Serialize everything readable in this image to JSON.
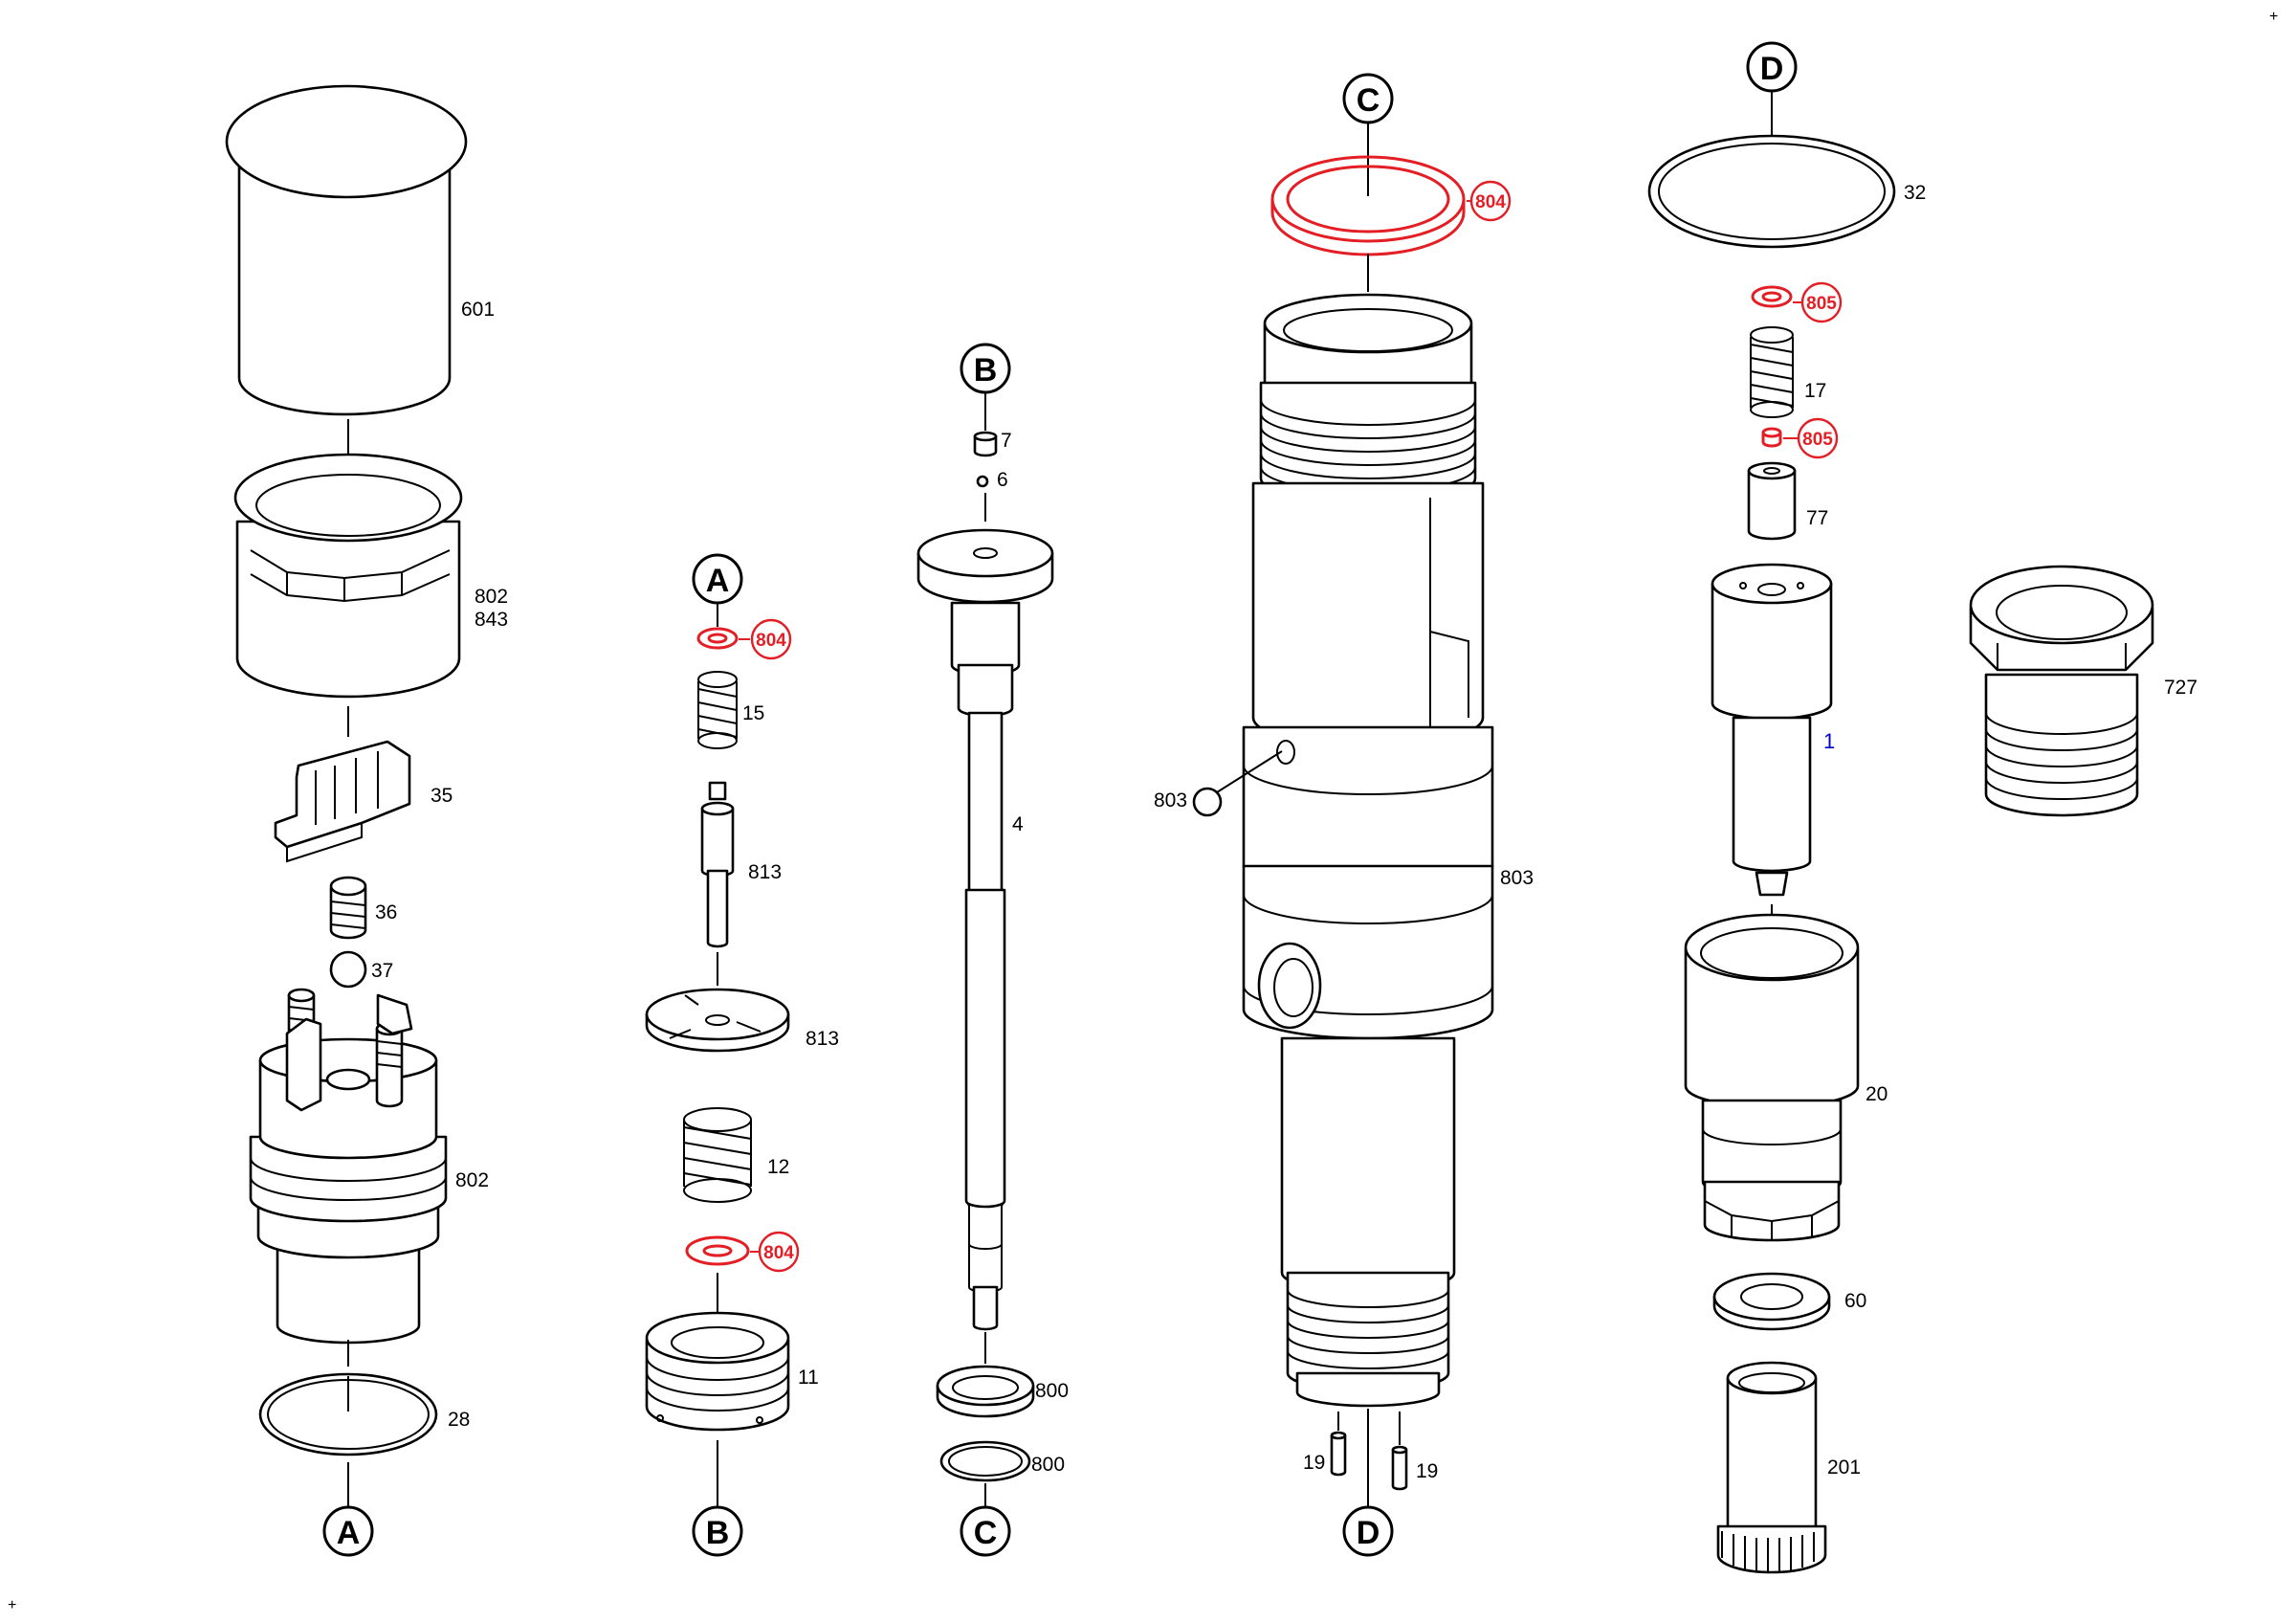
{
  "labels": {
    "p601": "601",
    "p802a": "802",
    "p843": "843",
    "p35": "35",
    "p36": "36",
    "p37": "37",
    "p802b": "802",
    "p28": "28",
    "p15": "15",
    "p813a": "813",
    "p813b": "813",
    "p12": "12",
    "p11": "11",
    "p7": "7",
    "p6": "6",
    "p4": "4",
    "p800a": "800",
    "p800b": "800",
    "p803a": "803",
    "p803b": "803",
    "p19a": "19",
    "p19b": "19",
    "p32": "32",
    "p17": "17",
    "p77": "77",
    "p1": "1",
    "p20": "20",
    "p60": "60",
    "p201": "201",
    "p727": "727"
  },
  "red_labels": {
    "r804a": "804",
    "r804b": "804",
    "r804c": "804",
    "r805a": "805",
    "r805b": "805"
  },
  "connectors": {
    "a_top": "A",
    "a_bottom": "A",
    "b_top": "B",
    "b_bottom": "B",
    "c_top": "C",
    "c_bottom": "C",
    "d_top": "D",
    "d_bottom": "D"
  },
  "corner_marks": {
    "tr": "+",
    "bl": "+"
  },
  "colors": {
    "highlight": "#e31e24",
    "line": "#000000",
    "link": "#0000cc"
  }
}
